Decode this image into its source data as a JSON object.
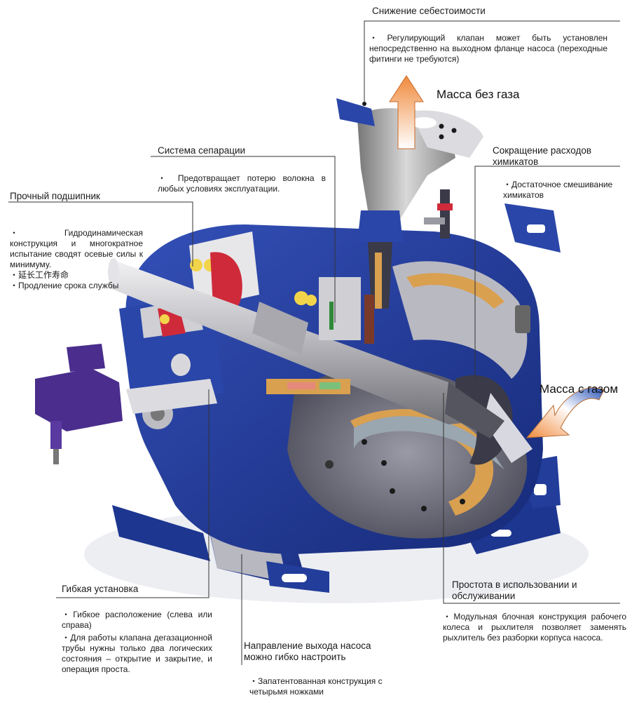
{
  "callouts": {
    "cost": {
      "title": "Снижение себестоимости",
      "text": "・Регулирующий клапан может быть установлен непосредственно на выходном фланце насоса (переходные фитинги не требуются)"
    },
    "separation": {
      "title": "Система сепарации",
      "text": "・ Предотвращает потерю волокна в любых условиях эксплуатации."
    },
    "bearing": {
      "title": "Прочный подшипник",
      "lines": [
        "・Гидродинамическая конструкция и многократное испытание сводят осевые силы к минимуму.",
        "・延长工作寿命",
        "・Продление срока службы"
      ]
    },
    "chemicals": {
      "title": "Сокращение расходов химикатов",
      "text": "・Достаточное смешивание химикатов"
    },
    "flexible": {
      "title": "Гибкая установка",
      "lines": [
        "・Гибкое расположение (слева или справа)",
        "・Для работы клапана дегазационной трубы нужны только два логических состояния – открытие и закрытие, и операция проста."
      ]
    },
    "outlet": {
      "title": "Направление выхода насоса можно гибко настроить",
      "text": "・Запатентованная конструкция с четырьмя ножками"
    },
    "service": {
      "title": "Простота в использовании и обслуживании",
      "text": "・Модульная блочная конструкция рабочего колеса и рыхлителя позволяет заменять рыхлитель без разборки корпуса насоса."
    }
  },
  "flows": {
    "degassed": "Масса без газа",
    "gassy": "Масса с газом"
  },
  "colors": {
    "casing_blue": "#1f3a9a",
    "shaft_grey": "#c9c9cc",
    "arrow_orange": "#f08a3c",
    "copper": "#d9a050"
  }
}
